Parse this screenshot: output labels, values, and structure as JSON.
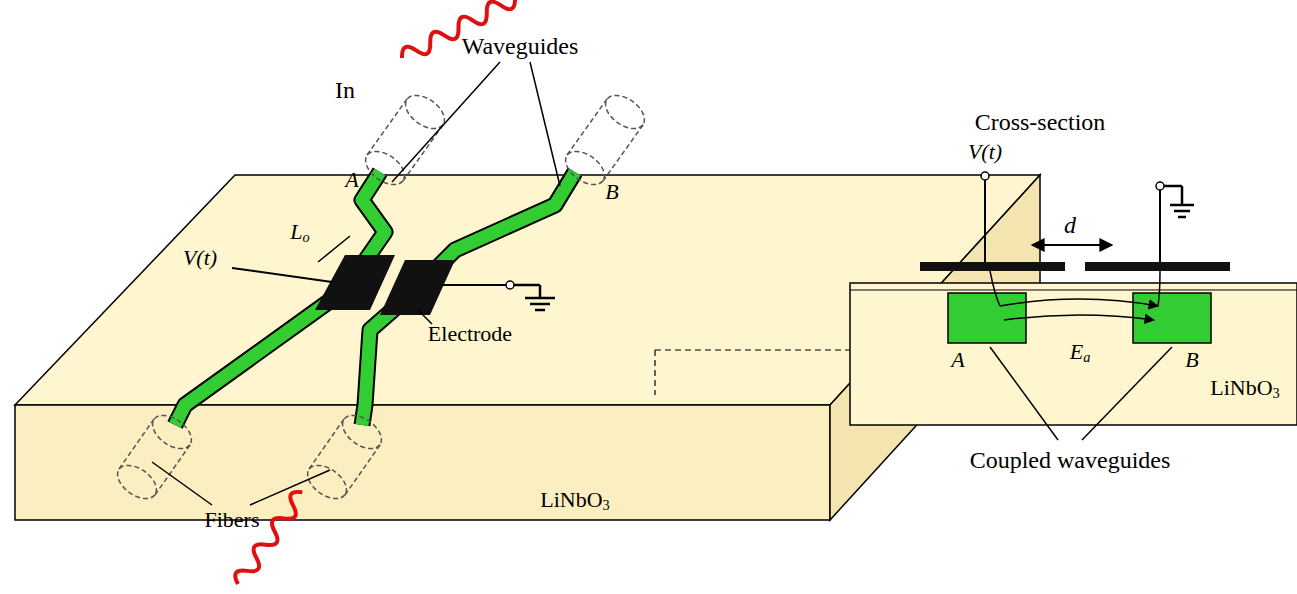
{
  "diagram": {
    "labels": [
      "In",
      "Waveguides",
      "A",
      "B",
      "V(t)",
      "Lo",
      "Electrode",
      "Fibers",
      "LiNbO3",
      "Cross-section",
      "V(t)",
      "d",
      "A",
      "Ea",
      "B",
      "LiNbO3",
      "Coupled waveguides"
    ]
  }
}
